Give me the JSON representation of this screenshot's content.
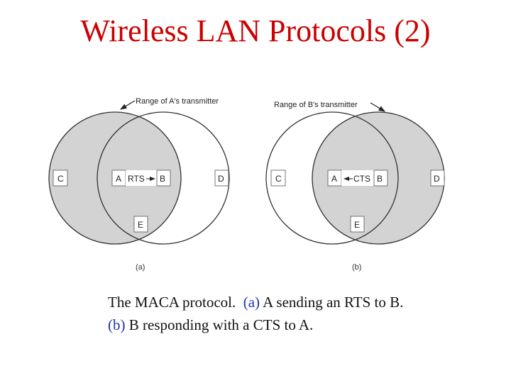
{
  "slide": {
    "title": "Wireless LAN Protocols (2)"
  },
  "figure": {
    "panel_a": {
      "callout": "Range of A's transmitter",
      "nodes": {
        "c": "C",
        "a": "A",
        "b": "B",
        "d": "D",
        "e": "E"
      },
      "message": "RTS",
      "label": "(a)"
    },
    "panel_b": {
      "callout": "Range of B's transmitter",
      "nodes": {
        "c": "C",
        "a": "A",
        "b": "B",
        "d": "D",
        "e": "E"
      },
      "message": "CTS",
      "label": "(b)"
    },
    "colors": {
      "range_fill": "#d3d3d3",
      "circle_stroke": "#333333",
      "title": "#cc0000",
      "reference": "#2233aa"
    }
  },
  "caption": {
    "line1_before": "The MACA protocol.  ",
    "line1_ref": "(a)",
    "line1_after": " A sending an RTS to B.",
    "line2_ref": "(b)",
    "line2_after": " B responding with a CTS to A."
  }
}
